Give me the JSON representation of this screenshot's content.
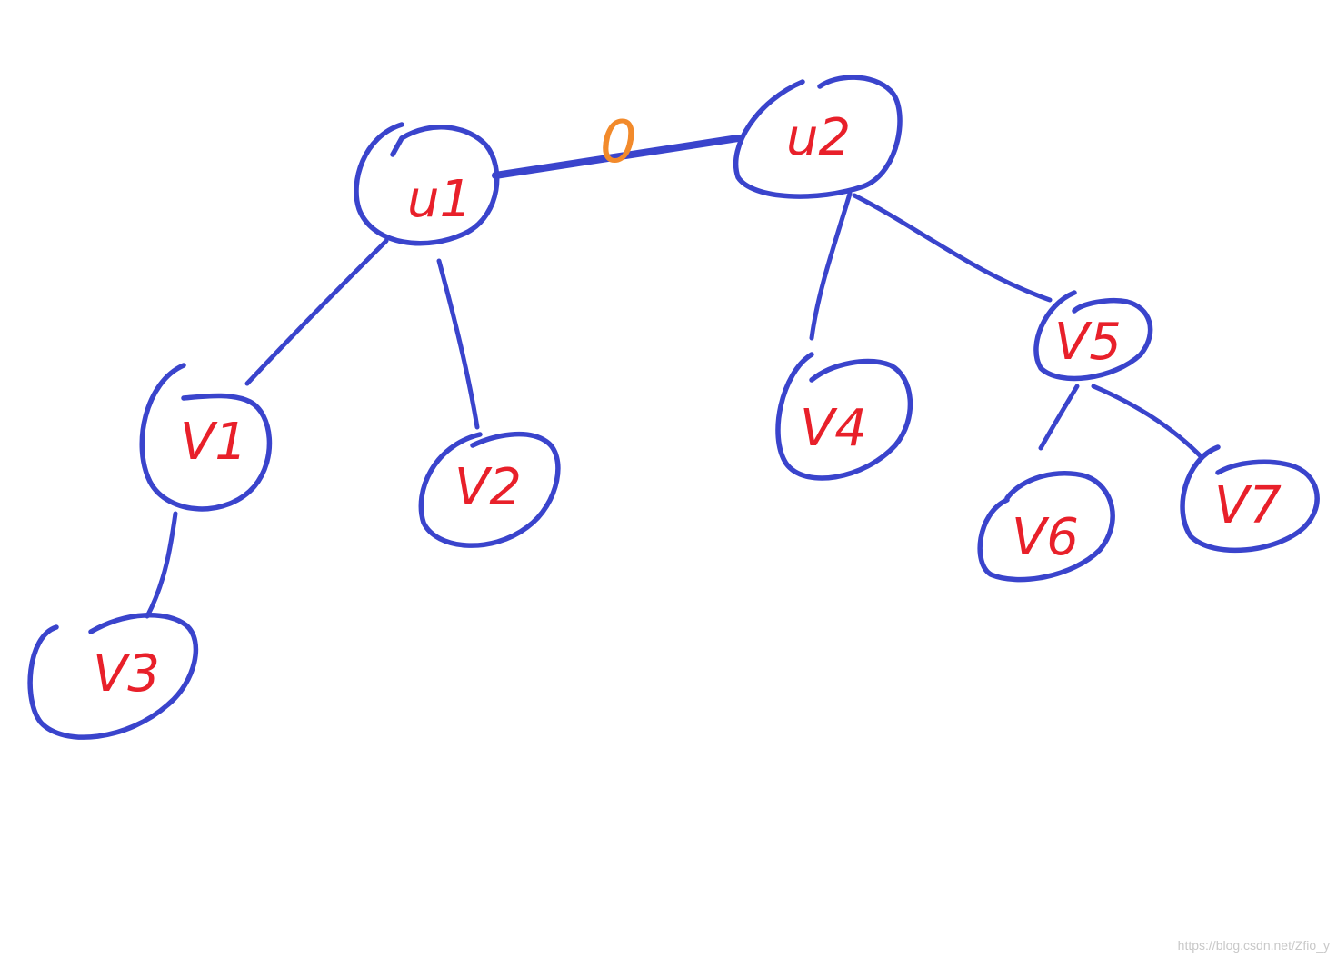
{
  "nodes": [
    {
      "id": "u1",
      "label": "u1"
    },
    {
      "id": "u2",
      "label": "u2"
    },
    {
      "id": "v1",
      "label": "V1"
    },
    {
      "id": "v2",
      "label": "V2"
    },
    {
      "id": "v3",
      "label": "V3"
    },
    {
      "id": "v4",
      "label": "V4"
    },
    {
      "id": "v5",
      "label": "V5"
    },
    {
      "id": "v6",
      "label": "V6"
    },
    {
      "id": "v7",
      "label": "V7"
    }
  ],
  "edges": [
    {
      "from": "u1",
      "to": "u2",
      "weight": "0"
    },
    {
      "from": "u1",
      "to": "v1"
    },
    {
      "from": "u1",
      "to": "v2"
    },
    {
      "from": "v1",
      "to": "v3"
    },
    {
      "from": "u2",
      "to": "v4"
    },
    {
      "from": "u2",
      "to": "v5"
    },
    {
      "from": "v5",
      "to": "v6"
    },
    {
      "from": "v5",
      "to": "v7"
    }
  ],
  "watermark": "https://blog.csdn.net/Zfio_y",
  "colors": {
    "edge": "#3a44cc",
    "node_label": "#e8202a",
    "weight": "#f28a2b"
  }
}
